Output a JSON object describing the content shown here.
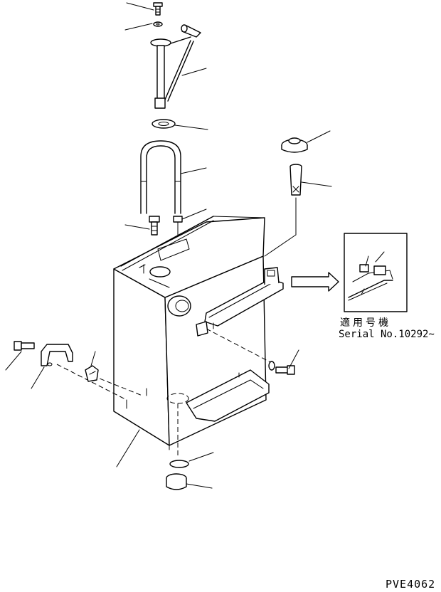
{
  "inset": {
    "applicability_label": "適用号機",
    "serial_label": "Serial No.10292~"
  },
  "drawing_code": "PVE4062"
}
